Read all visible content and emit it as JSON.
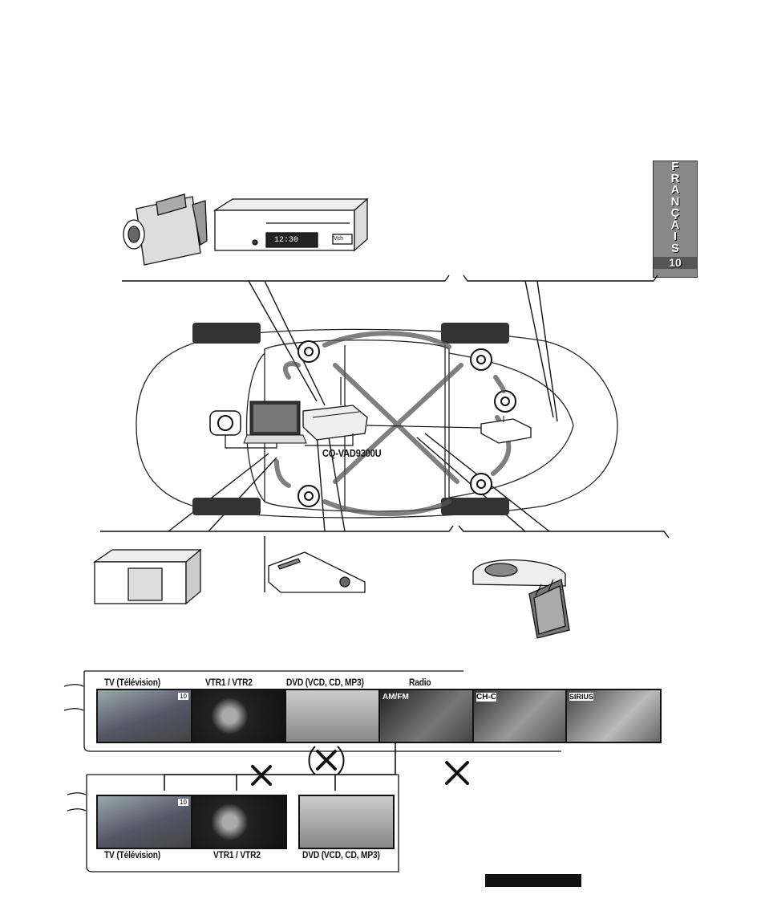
{
  "side_tab": {
    "letters": [
      "F",
      "R",
      "A",
      "N",
      "Ç",
      "A",
      "I",
      "S"
    ],
    "page": "10"
  },
  "model_label": "CQ-VAD9300U",
  "vcr_display": {
    "time": "12:30",
    "channel": "Vch"
  },
  "top_row": {
    "labels": [
      "TV (Télévision)",
      "VTR1 / VTR2",
      "DVD (VCD, CD, MP3)",
      "Radio"
    ],
    "screens": [
      {
        "name": "tv-screen",
        "text": "",
        "badge": "10"
      },
      {
        "name": "vtr-screen",
        "text": "",
        "badge": ""
      },
      {
        "name": "dvd-screen",
        "text": "",
        "badge": ""
      },
      {
        "name": "radio-screen",
        "text": "AM/FM",
        "badge": ""
      },
      {
        "name": "changer-screen",
        "text": "CH-C",
        "badge": ""
      },
      {
        "name": "sirius-screen",
        "text": "SIRIUS",
        "badge": ""
      }
    ]
  },
  "bottom_row": {
    "labels": [
      "TV (Télévision)",
      "VTR1 / VTR2",
      "DVD (VCD, CD, MP3)"
    ],
    "screens": [
      {
        "name": "tv-screen",
        "text": "",
        "badge": "10"
      },
      {
        "name": "vtr-screen",
        "text": "",
        "badge": ""
      },
      {
        "name": "dvd-screen",
        "text": "",
        "badge": ""
      }
    ]
  },
  "icons": [
    "camcorder-icon",
    "vcr-icon",
    "cd-changer-icon",
    "portable-device-icon",
    "ceiling-monitor-icon",
    "speaker-icon",
    "cross-icon"
  ]
}
